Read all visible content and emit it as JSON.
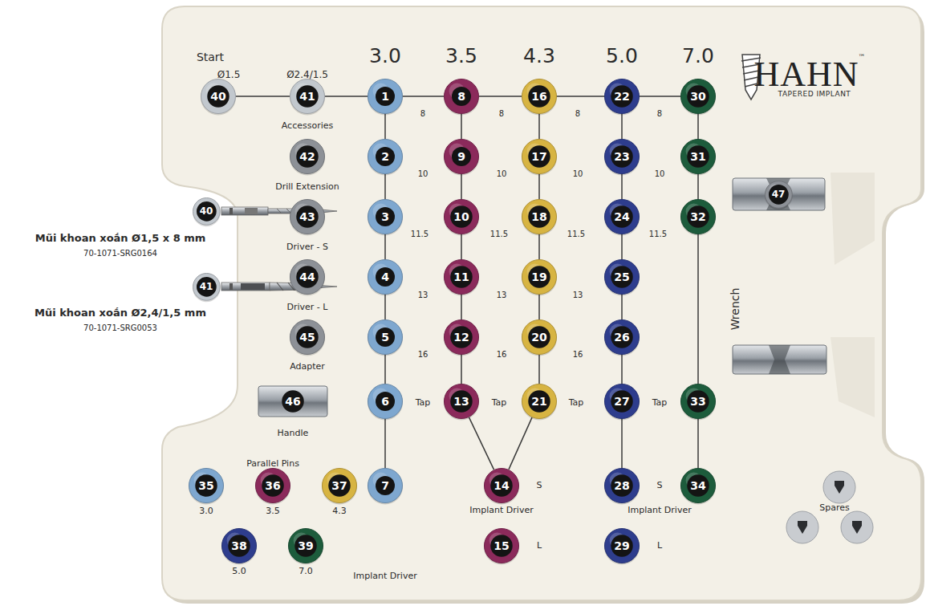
{
  "diagram": {
    "nodes": [
      {
        "text": [
          "40"
        ]
      },
      {
        "text": [
          "41"
        ]
      },
      {
        "text": [
          "1"
        ]
      },
      {
        "text": [
          "8"
        ]
      },
      {
        "text": [
          "16"
        ]
      },
      {
        "text": [
          "22"
        ]
      },
      {
        "text": [
          "30"
        ]
      },
      {
        "text": [
          "42"
        ]
      },
      {
        "text": [
          "2"
        ]
      },
      {
        "text": [
          "9"
        ]
      },
      {
        "text": [
          "17"
        ]
      },
      {
        "text": [
          "23"
        ]
      },
      {
        "text": [
          "31"
        ]
      },
      {
        "text": [
          "43"
        ]
      },
      {
        "text": [
          "3"
        ]
      },
      {
        "text": [
          "10"
        ]
      },
      {
        "text": [
          "18"
        ]
      },
      {
        "text": [
          "24"
        ]
      },
      {
        "text": [
          "32"
        ]
      },
      {
        "text": [
          "44"
        ]
      },
      {
        "text": [
          "4"
        ]
      },
      {
        "text": [
          "11"
        ]
      },
      {
        "text": [
          "19"
        ]
      },
      {
        "text": [
          "25"
        ]
      },
      {
        "text": [
          "45"
        ]
      },
      {
        "text": [
          "5"
        ]
      },
      {
        "text": [
          "12"
        ]
      },
      {
        "text": [
          "20"
        ]
      },
      {
        "text": [
          "26"
        ]
      },
      {
        "text": [
          "46"
        ]
      },
      {
        "text": [
          "6"
        ]
      },
      {
        "text": [
          "13"
        ]
      },
      {
        "text": [
          "21"
        ]
      },
      {
        "text": [
          "27"
        ]
      },
      {
        "text": [
          "33"
        ]
      },
      {
        "text": [
          "35"
        ]
      },
      {
        "text": [
          "36"
        ]
      },
      {
        "text": [
          "37"
        ]
      },
      {
        "text": [
          "7"
        ]
      },
      {
        "text": [
          "14"
        ]
      },
      {
        "text": [
          "28"
        ]
      },
      {
        "text": [
          "34"
        ]
      },
      {
        "text": [
          "38"
        ]
      },
      {
        "text": [
          "39"
        ]
      },
      {
        "text": [
          "15"
        ]
      },
      {
        "text": [
          "29"
        ]
      },
      {
        "text": [
          "47"
        ]
      },
      {
        "text": [
          "40"
        ]
      },
      {
        "text": [
          "41"
        ]
      }
    ],
    "edges": [
      {
        "from": 0,
        "to": 1,
        "arrow": "none"
      },
      {
        "from": 1,
        "to": 2,
        "arrow": "none"
      },
      {
        "from": 2,
        "to": 3,
        "arrow": "none"
      },
      {
        "from": 3,
        "to": 4,
        "arrow": "none"
      },
      {
        "from": 4,
        "to": 5,
        "arrow": "none"
      },
      {
        "from": 5,
        "to": 6,
        "arrow": "none"
      },
      {
        "from": 2,
        "to": 8,
        "arrow": "none"
      },
      {
        "from": 8,
        "to": 14,
        "arrow": "none"
      },
      {
        "from": 14,
        "to": 20,
        "arrow": "none"
      },
      {
        "from": 20,
        "to": 25,
        "arrow": "none"
      },
      {
        "from": 25,
        "to": 30,
        "arrow": "none"
      },
      {
        "from": 30,
        "to": 38,
        "arrow": "none"
      },
      {
        "from": 3,
        "to": 9,
        "arrow": "none"
      },
      {
        "from": 9,
        "to": 15,
        "arrow": "none"
      },
      {
        "from": 15,
        "to": 21,
        "arrow": "none"
      },
      {
        "from": 21,
        "to": 26,
        "arrow": "none"
      },
      {
        "from": 26,
        "to": 31,
        "arrow": "none"
      },
      {
        "from": 31,
        "to": 39,
        "arrow": "none"
      },
      {
        "from": 4,
        "to": 10,
        "arrow": "none"
      },
      {
        "from": 10,
        "to": 16,
        "arrow": "none"
      },
      {
        "from": 16,
        "to": 22,
        "arrow": "none"
      },
      {
        "from": 22,
        "to": 27,
        "arrow": "none"
      },
      {
        "from": 27,
        "to": 32,
        "arrow": "none"
      },
      {
        "from": 32,
        "to": 39,
        "arrow": "none"
      },
      {
        "from": 5,
        "to": 11,
        "arrow": "none"
      },
      {
        "from": 11,
        "to": 17,
        "arrow": "none"
      },
      {
        "from": 17,
        "to": 23,
        "arrow": "none"
      },
      {
        "from": 23,
        "to": 28,
        "arrow": "none"
      },
      {
        "from": 28,
        "to": 33,
        "arrow": "none"
      },
      {
        "from": 33,
        "to": 40,
        "arrow": "none"
      },
      {
        "from": 6,
        "to": 12,
        "arrow": "none"
      },
      {
        "from": 12,
        "to": 18,
        "arrow": "none"
      },
      {
        "from": 18,
        "to": 34,
        "arrow": "none"
      },
      {
        "from": 34,
        "to": 41,
        "arrow": "none"
      }
    ],
    "labels": [
      "Start",
      "Ø1.5",
      "Ø2.4/1.5",
      "3.0",
      "3.5",
      "4.3",
      "5.0",
      "7.0",
      "HAHN",
      "™",
      "TAPERED IMPLANT",
      "Accessories",
      "Drill Extension",
      "Driver - S",
      "Driver - L",
      "Adapter",
      "Handle",
      "Parallel Pins",
      "3.0",
      "3.5",
      "4.3",
      "5.0",
      "7.0",
      "Implant Driver",
      "Implant Driver",
      "Implant Driver",
      "S",
      "L",
      "S",
      "L",
      "Tap",
      "Tap",
      "Tap",
      "Tap",
      "8",
      "8",
      "8",
      "8",
      "10",
      "10",
      "10",
      "10",
      "11.5",
      "11.5",
      "11.5",
      "11.5",
      "13",
      "13",
      "13",
      "16",
      "16",
      "16",
      "Wrench",
      "Spares",
      "Mũi khoan xoắn Ø1,5 x 8 mm",
      "70-1071-SRG0164",
      "Mũi khoan xoắn Ø2,4/1,5 mm",
      "70-1071-SRG0053"
    ]
  }
}
